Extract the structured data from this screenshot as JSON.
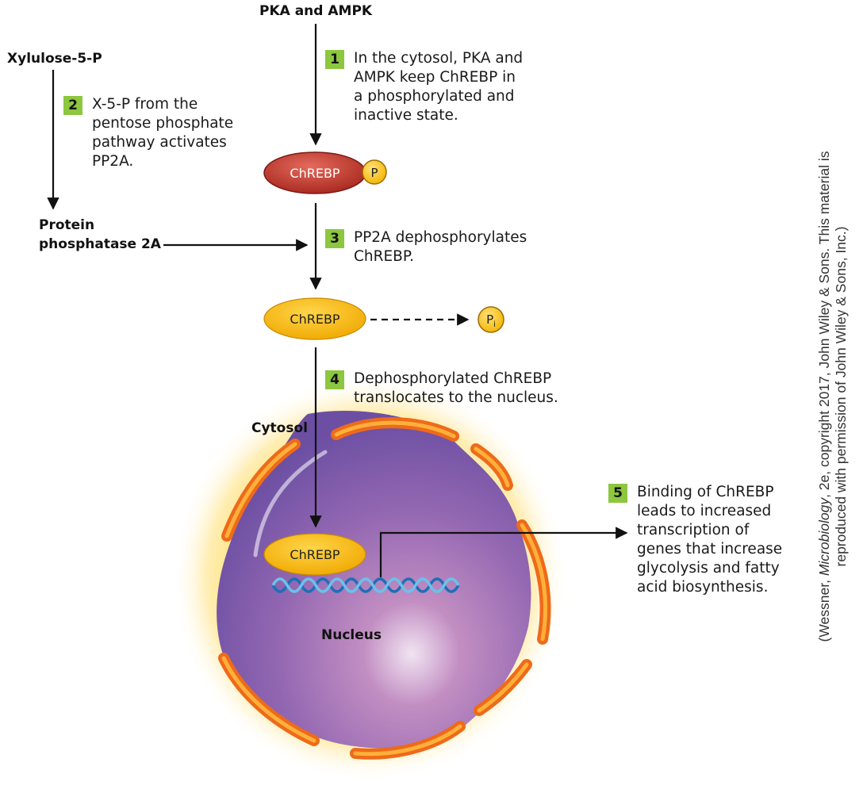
{
  "labels": {
    "pka_ampk": "PKA and AMPK",
    "xylulose": "Xylulose-5-P",
    "pp2a_line1": "Protein",
    "pp2a_line2": "phosphatase 2A",
    "cytosol": "Cytosol",
    "nucleus": "Nucleus"
  },
  "molecules": {
    "chrebp": "ChREBP",
    "phosphate": "P",
    "inorganic_phosphate": "P",
    "inorganic_phosphate_sub": "i"
  },
  "steps": [
    {
      "number": "1",
      "text": "In the cytosol, PKA and\nAMPK keep ChREBP in\na phosphorylated and\ninactive state."
    },
    {
      "number": "2",
      "text": "X-5-P from the\npentose phosphate\npathway activates\nPP2A."
    },
    {
      "number": "3",
      "text": "PP2A dephosphorylates\nChREBP."
    },
    {
      "number": "4",
      "text": "Dephosphorylated ChREBP\ntranslocates to the nucleus."
    },
    {
      "number": "5",
      "text": "Binding of ChREBP\nleads to increased\ntranscription of\ngenes that increase\nglycolysis and fatty\nacid biosynthesis."
    }
  ],
  "credit": {
    "prefix": "(Wessner, ",
    "title": "Microbiology",
    "rest": ", 2e, copyright 2017, John Wiley & Sons. This material is\nreproduced with permission of John Wiley & Sons, Inc.)"
  },
  "colors": {
    "step_badge": "#8dc63f",
    "phospho_chrebp": "#c23a30",
    "active_chrebp": "#f5b800",
    "nucleus": "#8c5fb0",
    "cytosol_glow": "#ffd84a",
    "envelope": "#f0731e",
    "dna": "#2a7fc0"
  }
}
